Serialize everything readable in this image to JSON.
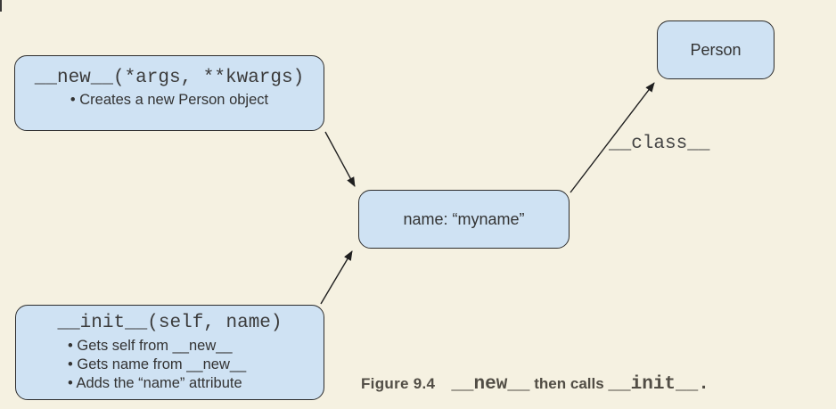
{
  "page": {
    "background_color": "#f5f1e1",
    "box_fill_color": "#cfe2f3",
    "box_border_color": "#2d2d2d",
    "arrow_color": "#1f1f1f",
    "caption_color": "#514d45"
  },
  "diagram": {
    "new_box": {
      "title": "__new__(*args, **kwargs)",
      "bullets": [
        "• Creates a new Person object"
      ]
    },
    "init_box": {
      "title": "__init__(self, name)",
      "bullets": [
        "• Gets self from __new__",
        "• Gets name from __new__",
        "• Adds the “name” attribute"
      ]
    },
    "name_box": {
      "label": "name: “myname”"
    },
    "person_box": {
      "label": "Person"
    },
    "class_edge_label": "__class__"
  },
  "caption": {
    "figure_label": "Figure 9.4",
    "segments": [
      {
        "text": "__new__",
        "mono": true
      },
      {
        "text": " then calls ",
        "mono": false
      },
      {
        "text": "__init__.",
        "mono": true
      }
    ]
  }
}
